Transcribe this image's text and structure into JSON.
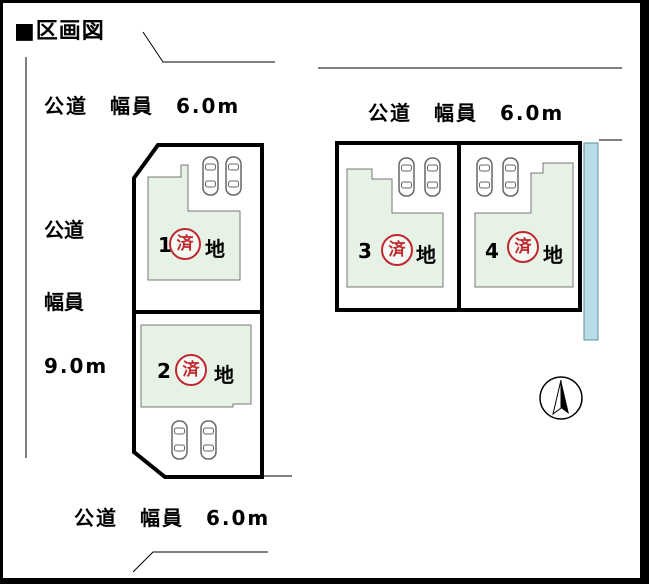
{
  "title": "■区画図",
  "roads": {
    "top_left": "公道　幅員　6.0m",
    "top_right": "公道　幅員　6.0m",
    "bottom": "公道　幅員　6.0m",
    "left_line1": "公道",
    "left_line2": "幅員",
    "left_line3": "9.0m"
  },
  "lots": [
    {
      "number": "1",
      "suffix": "地",
      "stamp": "済"
    },
    {
      "number": "2",
      "suffix": "地",
      "stamp": "済"
    },
    {
      "number": "3",
      "suffix": "地",
      "stamp": "済"
    },
    {
      "number": "4",
      "suffix": "地",
      "stamp": "済"
    }
  ],
  "colors": {
    "lot_fill": "#e6f2e6",
    "stamp": "#c0282f",
    "waterway": "#b8dde6"
  },
  "icons": {
    "car": "car-outline-icon",
    "north": "north-arrow-icon"
  }
}
